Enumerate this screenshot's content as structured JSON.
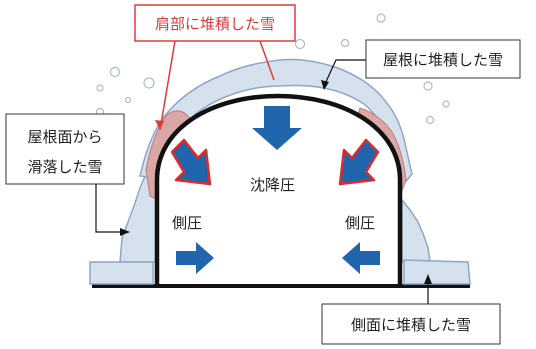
{
  "labels": {
    "shoulder_snow": "肩部に堆積した雪",
    "roof_snow": "屋根に堆積した雪",
    "slid_snow_line1": "屋根面から",
    "slid_snow_line2": "滑落した雪",
    "side_snow": "側面に堆積した雪",
    "settling_pressure": "沈降圧",
    "side_pressure_left": "側圧",
    "side_pressure_right": "側圧"
  },
  "colors": {
    "snow_fill": "#d6e1ee",
    "snow_edge": "#8ea6c4",
    "shoulder_snow": "#dba6a6",
    "blue_arrow": "#2166ad",
    "red_outline": "#e02a2a",
    "callout_red": "#e03b3b",
    "structure": "#111111",
    "flake": "#a8bcd3"
  },
  "icons": {
    "down_arrow": "arrow-down-icon",
    "diagonal_arrow": "arrow-diagonal-icon",
    "side_arrow": "arrow-horizontal-icon",
    "snowflake": "snowflake-circle-icon"
  }
}
